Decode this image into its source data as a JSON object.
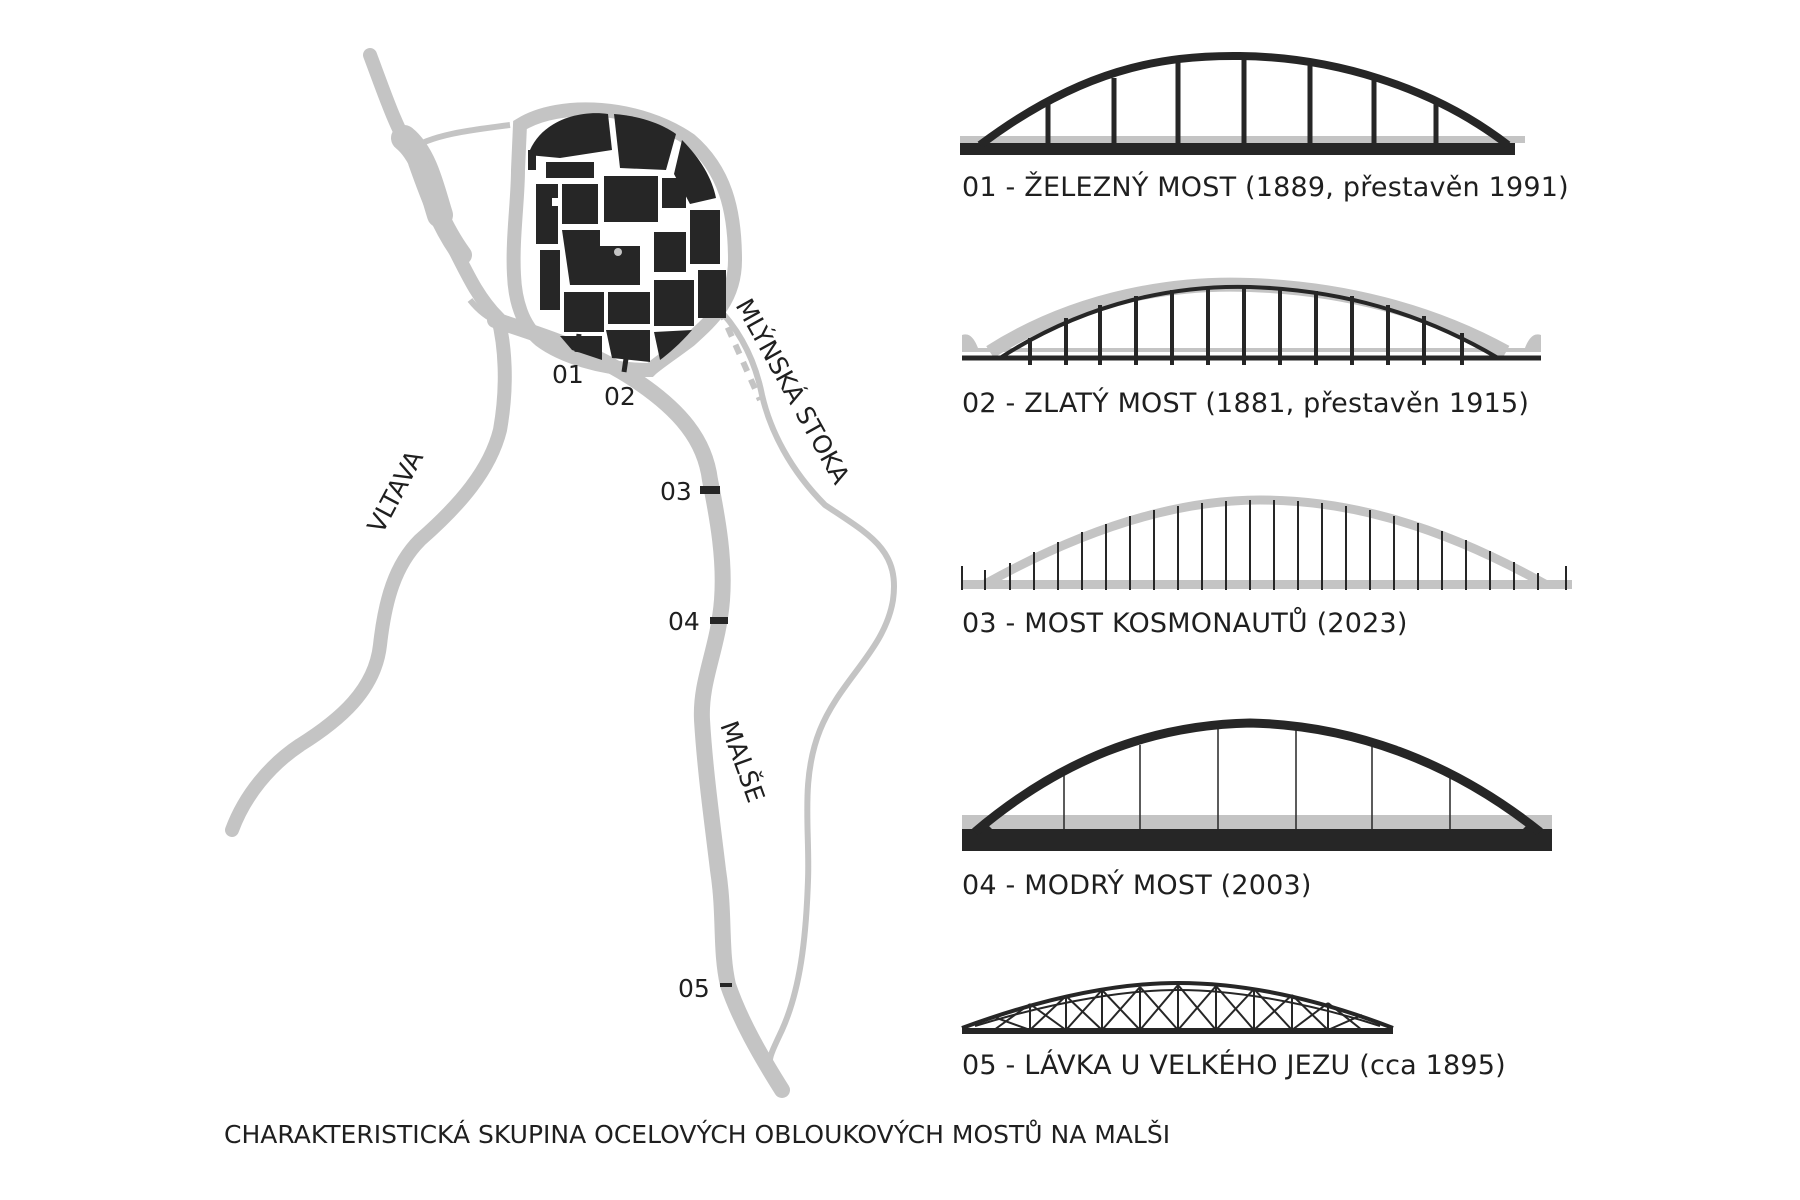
{
  "map": {
    "rivers": [
      "VLTAVA",
      "MALŠE",
      "MLÝNSKÁ STOKA"
    ],
    "bridge_markers": [
      "01",
      "02",
      "03",
      "04",
      "05"
    ]
  },
  "bridges": [
    {
      "id": "01",
      "caption": "01 - ŽELEZNÝ MOST (1889, přestavěn 1991)"
    },
    {
      "id": "02",
      "caption": "02 - ZLATÝ MOST (1881, přestavěn 1915)"
    },
    {
      "id": "03",
      "caption": "03 - MOST KOSMONAUTŮ (2023)"
    },
    {
      "id": "04",
      "caption": "04 - MODRÝ MOST (2003)"
    },
    {
      "id": "05",
      "caption": "05 - LÁVKA U VELKÉHO JEZU (cca 1895)"
    }
  ],
  "footer": "CHARAKTERISTICKÁ SKUPINA OCELOVÝCH OBLOUKOVÝCH MOSTŮ NA MALŠI",
  "colors": {
    "ink": "#262626",
    "river": "#c4c4c4",
    "background": "#ffffff"
  }
}
